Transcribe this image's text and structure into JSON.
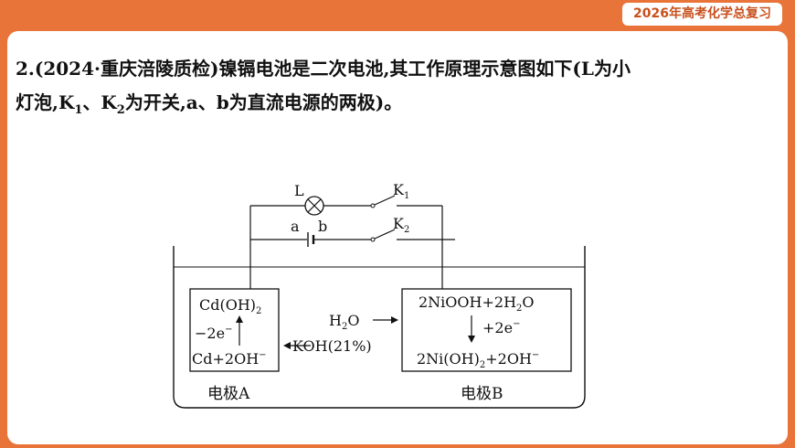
{
  "header": {
    "badge": "2026年高考化学总复习"
  },
  "question": {
    "number": "2.",
    "source": "(2024·重庆涪陵质检)",
    "line1_rest": "镍镉电池是二次电池,其工作原理示意图如下(L为小",
    "line2_a": "灯泡,K",
    "sub1": "1",
    "line2_b": "、K",
    "sub2": "2",
    "line2_c": "为开关,a、b为直流电源的两极)。"
  },
  "diagram": {
    "lamp_label": "L",
    "k1": "K",
    "k1_sub": "1",
    "k2": "K",
    "k2_sub": "2",
    "pole_a": "a",
    "pole_b": "b",
    "electrodeA": {
      "top": "Cd(OH)",
      "top_sub": "2",
      "mid": "−2e",
      "mid_sup": "−",
      "bottom": "Cd+2OH",
      "bottom_sup": "−",
      "label": "电极A"
    },
    "electrolyte": {
      "water": "H",
      "water_sub": "2",
      "water_tail": "O",
      "koh": "KOH(21%)"
    },
    "electrodeB": {
      "top": "2NiOOH+2H",
      "top_sub": "2",
      "top_tail": "O",
      "mid": "+2e",
      "mid_sup": "−",
      "bottom_a": "2Ni(OH)",
      "bottom_sub": "2",
      "bottom_b": "+2OH",
      "bottom_sup": "−",
      "label": "电极B"
    }
  }
}
